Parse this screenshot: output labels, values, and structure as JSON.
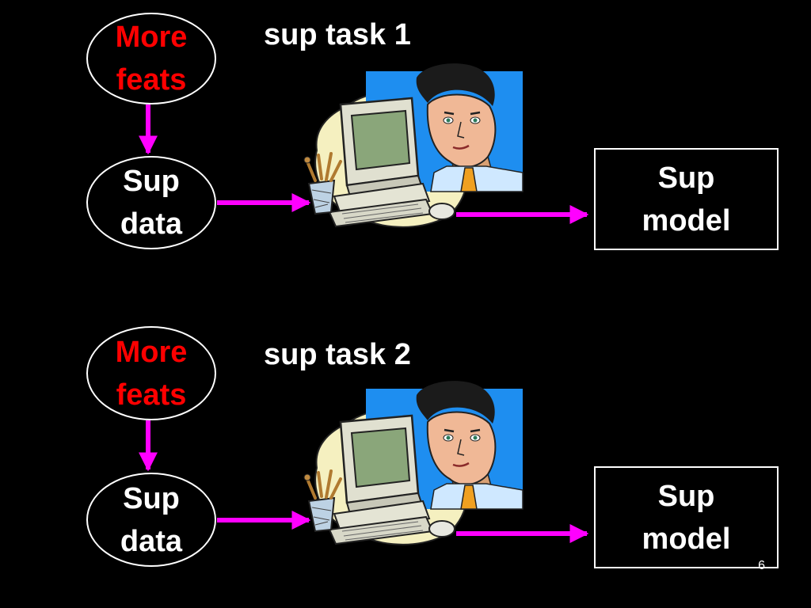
{
  "rows": [
    {
      "title": "sup task 1",
      "more_feats": {
        "line1": "More",
        "line2": "feats"
      },
      "sup_data": {
        "line1": "Sup",
        "line2": "data"
      },
      "sup_model": {
        "line1": "Sup",
        "line2": "model"
      }
    },
    {
      "title": "sup task 2",
      "more_feats": {
        "line1": "More",
        "line2": "feats"
      },
      "sup_data": {
        "line1": "Sup",
        "line2": "data"
      },
      "sup_model": {
        "line1": "Sup",
        "line2": "model"
      }
    }
  ],
  "page_number": "6",
  "colors": {
    "background": "#000000",
    "arrow": "#ff00ff",
    "more_feats_text": "#ff0000",
    "text": "#ffffff"
  },
  "icons": {
    "clipart": "man-at-computer-clipart"
  }
}
